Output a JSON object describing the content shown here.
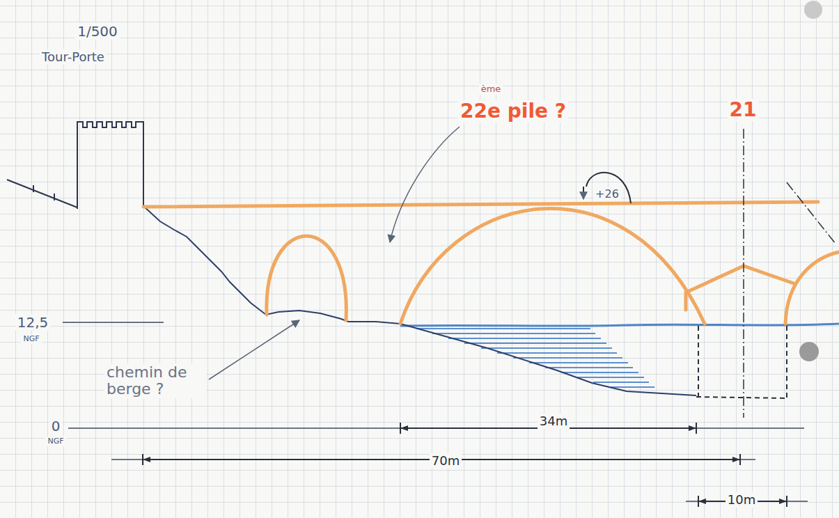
{
  "diagram": {
    "labels": [
      "1/500",
      "Tour-Porte",
      "22e pile ?",
      "ème",
      "21",
      "+26",
      "12,5",
      "NGF",
      "chemin de berge ?",
      "34m",
      "0",
      "NGF",
      "70m",
      "10m"
    ]
  }
}
